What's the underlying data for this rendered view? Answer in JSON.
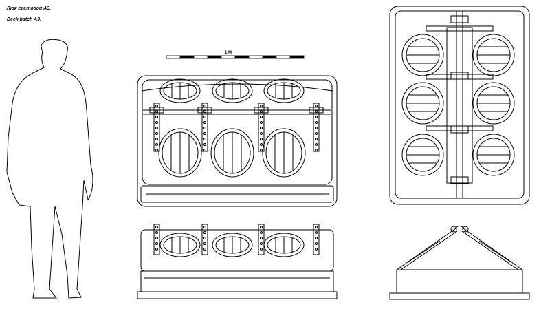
{
  "title": {
    "russian": "Люк световой А3.",
    "english": "Deck hatch A3."
  },
  "scale_bar": {
    "label": "1 M",
    "segments": 10
  },
  "views": [
    "front-view",
    "side-view",
    "top-view",
    "end-view"
  ],
  "colors": {
    "line": "#000000",
    "background": "#ffffff"
  }
}
